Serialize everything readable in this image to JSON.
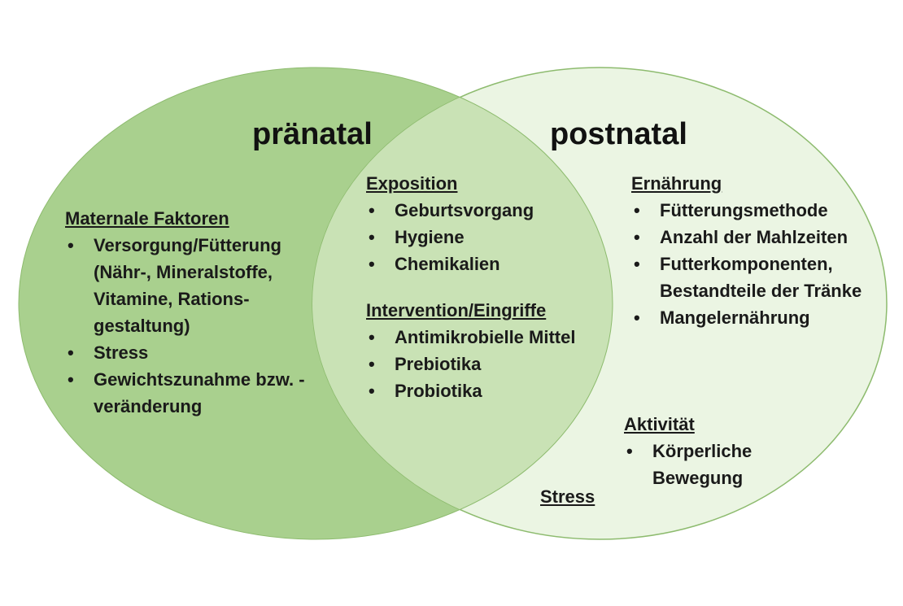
{
  "colors": {
    "left_fill": "#a9d08e",
    "right_fill": "#ebf5e3",
    "overlap_fill": "#c9e2b5",
    "stroke": "#8dbb6e"
  },
  "titles": {
    "left": "pränatal",
    "right": "postnatal"
  },
  "left": {
    "heading": "Maternale Faktoren",
    "items": [
      "Versorgung/Fütterung (Nähr-, Mineralstoffe, Vitamine, Rations-gestaltung)",
      "Stress",
      "Gewichtszunahme bzw. -veränderung"
    ]
  },
  "middle": {
    "exposition": {
      "heading": "Exposition",
      "items": [
        "Geburtsvorgang",
        "Hygiene",
        "Chemikalien"
      ]
    },
    "intervention": {
      "heading": "Intervention/Eingriffe",
      "items": [
        "Antimikrobielle Mittel",
        "Prebiotika",
        "Probiotika"
      ]
    },
    "stress": "Stress"
  },
  "right": {
    "ernaehrung": {
      "heading": "Ernährung",
      "items": [
        "Fütterungsmethode",
        "Anzahl der Mahlzeiten",
        "Futterkomponenten, Bestandteile der Tränke",
        "Mangelernährung"
      ]
    },
    "aktivitaet": {
      "heading": "Aktivität",
      "items": [
        "Körperliche Bewegung"
      ]
    }
  }
}
